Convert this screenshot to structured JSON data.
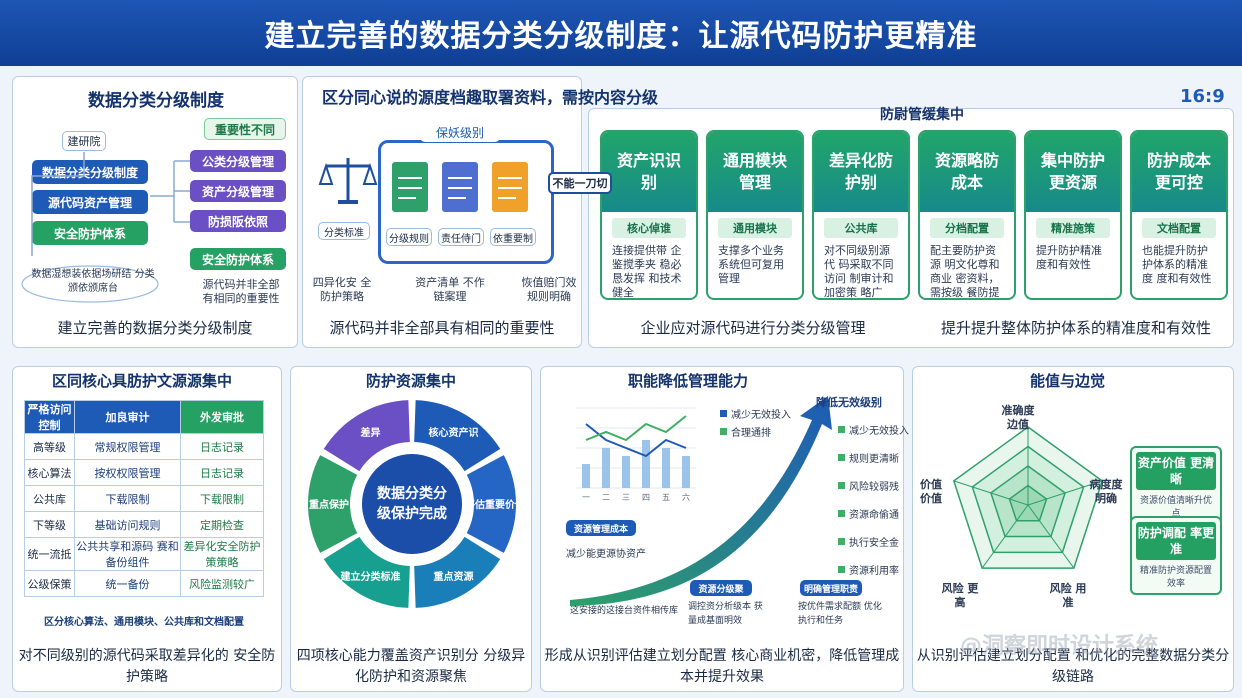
{
  "title": "建立完善的数据分类分级制度：让源代码防护更精准",
  "ratio": "16:9",
  "p1": {
    "title": "数据分类分级制度",
    "root": "建研院",
    "left_items": [
      "数据分类分级制度",
      "源代码资产管理",
      "安全防护体系"
    ],
    "right_header": "重要性不同",
    "right_items": [
      "公类分级管理",
      "资产分级管理",
      "防损阪依照"
    ],
    "right_bottom": "安全防护体系",
    "bottom_note": "数据湿想装依据场研结 分类颁依颁席台",
    "right_note": "源代码并非全部 有相同的重要性",
    "caption": "建立完善的数据分类分级制度"
  },
  "p2": {
    "title": "区分同心说的源度档趣取署资料，需按内容分级",
    "frame_label": "保妖级别",
    "scale_label": "分类标准",
    "doc_labels": [
      "分级规则",
      "责任侍门",
      "依重要制"
    ],
    "callout": "不能一刀切",
    "bottom_items": [
      "四异化安 全防护策略",
      "资产清单 不作链案理",
      "恢值赔门效 规则明确"
    ],
    "caption": "源代码并非全部具有相同的重要性"
  },
  "p3": {
    "header": "防尉管缓集中",
    "cards": [
      {
        "title": "资产识识别",
        "sub": "核心倬谁",
        "desc": "连接提供带 企鉴搅季夹 稳必恳发挥 和技术健全"
      },
      {
        "title": "通用模块管理",
        "sub": "通用模块",
        "desc": "支撑多个业务 系统但可复用 管理"
      },
      {
        "title": "差异化防护别",
        "sub": "公共库",
        "desc": "对不同级别源代 码采取不同访问 制审计和加密策 略广"
      },
      {
        "title": "资源略防成本",
        "sub": "分档配置",
        "desc": "配主要防护资源 明文化尊和商业 密资料，需按级 餐防提升集中"
      },
      {
        "title": "集中防护更资源",
        "sub": "精准施策",
        "desc": "提升防护精准 度和有效性"
      },
      {
        "title": "防护成本更可控",
        "sub": "文档配置",
        "desc": "也能提升防护 护体系的精准度 度和有效性"
      }
    ],
    "caption_left": "企业应对源代码进行分类分级管理",
    "caption_right": "提升提升整体防护体系的精准度和有效性"
  },
  "p4": {
    "title": "区同核心具肪护文源源集中",
    "headers": [
      "严格访问控制",
      "加良审计",
      "外发审批"
    ],
    "rows": [
      [
        "高等级",
        "常规权限管理",
        "日志记录"
      ],
      [
        "核心算法",
        "按权权限管理",
        "日志记录"
      ],
      [
        "公共库",
        "下载限制",
        "下载限制"
      ],
      [
        "下等级",
        "基础访问规则",
        "定期检查"
      ],
      [
        "统一流抵",
        "公共共享和源码 赛和备份组件",
        "差异化安全防护 策策略"
      ],
      [
        "公级保策",
        "统一备份",
        "风险监测较广"
      ]
    ],
    "footer": "区分核心算法、通用模块、公共库和文档配置",
    "caption": "对不同级别的源代码采取差异化的 安全防护策略"
  },
  "p5": {
    "title": "防护资源集中",
    "center": "数据分类分 级保护完成",
    "segments": [
      "核心资产识 别",
      "评估重要价值",
      "重点资源 通配",
      "建立分类标准",
      "重点保护",
      "差异 化防护 策略"
    ],
    "caption": "四项核心能力覆盖资产识别分 分级异化防护和资源聚焦"
  },
  "p6": {
    "title": "职能降低管理能力",
    "chart_legend": [
      "减少无效投入",
      "合理通排"
    ],
    "arrow_label": "降低无效级别",
    "right_items": [
      "减少无效投入",
      "规则更清晰",
      "风险较弱残",
      "资源命偷通",
      "执行安全金",
      "资源利用率"
    ],
    "label1": "资源管理成本",
    "label1_desc": "减少能更源协资产",
    "badge2": "资源分级聚",
    "badge3": "明确管理职责",
    "desc2": "调控资分析级本 获量成基面明效",
    "desc3": "按优件需求配额 优化执行和任务",
    "bottom_note": "这安接的这接台资件相传库",
    "caption": "形成从识别评估建立划分配置 核心商业机密，降低管理成本并提升效果"
  },
  "p7": {
    "title": "能值与边觉",
    "axes": [
      "准确度 边值",
      "病度度 明确",
      "风险 用准",
      "风险 更高",
      "价值 价值"
    ],
    "side_cards": [
      {
        "title": "资产价值 更清晰",
        "desc": "资源价值清晰升优点"
      },
      {
        "title": "防护调配 率更准",
        "desc": "精准防护资源配置效率"
      }
    ],
    "caption": "从识别评估建立划分配置 和优化的完整数据分类分级链路",
    "watermark": "@洞察即时设计系统"
  },
  "colors": {
    "brand": "#1d56b5",
    "green": "#25a163",
    "purple": "#6b4fc4",
    "teal": "#17a08f"
  },
  "chart_data": {
    "type": "line",
    "x": [
      "一",
      "二",
      "三",
      "四",
      "五",
      "六"
    ],
    "series": [
      {
        "name": "减少无效投入",
        "values": [
          8,
          6,
          5,
          4,
          6,
          5
        ]
      },
      {
        "name": "合理通排",
        "values": [
          6,
          7,
          6,
          8,
          7,
          9
        ]
      }
    ],
    "bars": [
      3,
      5,
      4,
      6,
      5,
      4
    ],
    "ylim": [
      0,
      10
    ]
  }
}
